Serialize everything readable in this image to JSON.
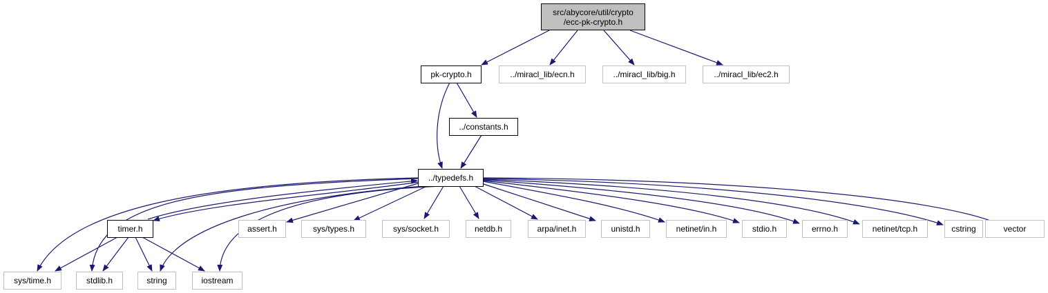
{
  "colors": {
    "edge": "#191970",
    "root_fill": "#bfbfbf",
    "internal_border": "#000000",
    "external_border": "#bfbfbf"
  },
  "nodes": {
    "root": {
      "line1": "src/abycore/util/crypto",
      "line2": "/ecc-pk-crypto.h"
    },
    "pk_crypto": "pk-crypto.h",
    "miracl_ecn": "../miracl_lib/ecn.h",
    "miracl_big": "../miracl_lib/big.h",
    "miracl_ec2": "../miracl_lib/ec2.h",
    "constants": "../constants.h",
    "typedefs": "../typedefs.h",
    "timer": "timer.h",
    "assert": "assert.h",
    "sys_types": "sys/types.h",
    "sys_socket": "sys/socket.h",
    "netdb": "netdb.h",
    "arpa_inet": "arpa/inet.h",
    "unistd": "unistd.h",
    "netinet_in": "netinet/in.h",
    "stdio": "stdio.h",
    "errno": "errno.h",
    "netinet_tcp": "netinet/tcp.h",
    "cstring": "cstring",
    "vector": "vector",
    "sys_time": "sys/time.h",
    "stdlib": "stdlib.h",
    "string": "string",
    "iostream": "iostream"
  }
}
